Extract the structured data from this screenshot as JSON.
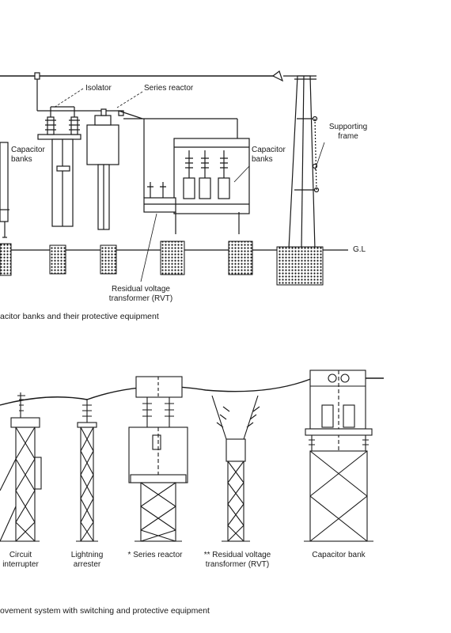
{
  "top_figure": {
    "labels": {
      "isolator": "Isolator",
      "series_reactor": "Series reactor",
      "capacitor_banks_left": "Capacitor\nbanks",
      "capacitor_banks_right": "Capacitor\nbanks",
      "supporting_frame": "Supporting\nframe",
      "gl": "G.L",
      "rvt": "Residual voltage\ntransformer (RVT)"
    },
    "caption": "acitor banks and their protective equipment"
  },
  "bottom_figure": {
    "labels": {
      "circuit_interrupter": "Circuit\ninterrupter",
      "lightning_arrester": "Lightning\narrester",
      "series_reactor": "* Series reactor",
      "rvt": "** Residual voltage\ntransformer (RVT)",
      "capacitor_bank": "Capacitor bank"
    },
    "caption": "ovement system with switching and protective equipment"
  }
}
